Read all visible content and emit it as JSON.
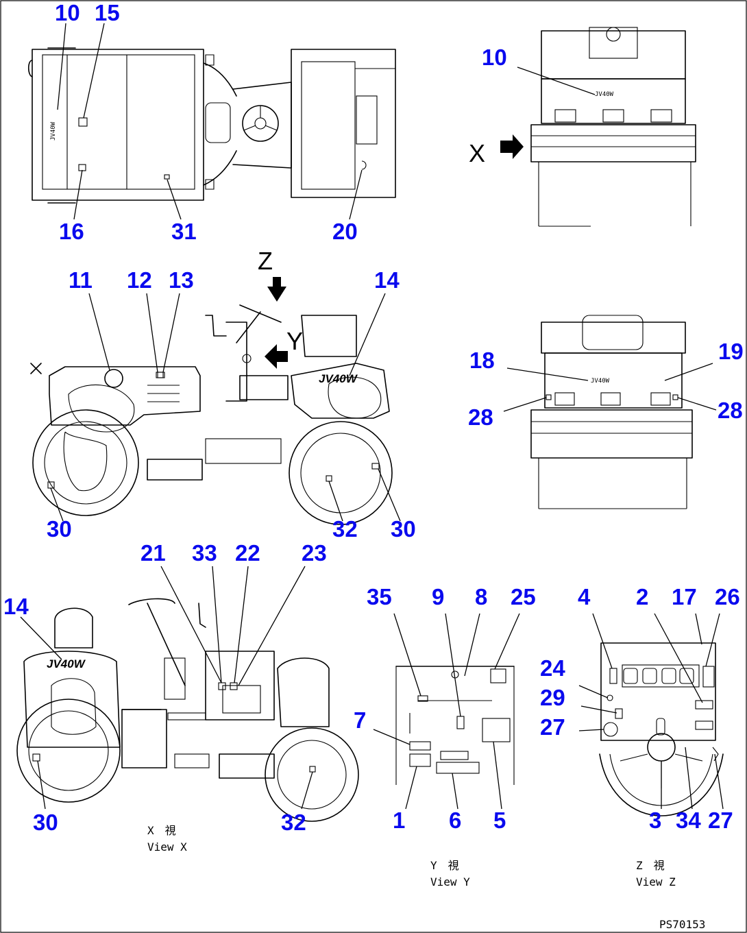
{
  "drawing_code": "PS70153",
  "brand_marks": {
    "side": "JV40W",
    "rear": "JV40W"
  },
  "view_letters": {
    "x": "X",
    "y": "Y",
    "z": "Z"
  },
  "view_captions": {
    "x": {
      "jp": "X　視",
      "en": "View X"
    },
    "y": {
      "jp": "Y　視",
      "en": "View Y"
    },
    "z": {
      "jp": "Z　視",
      "en": "View Z"
    }
  },
  "callouts": {
    "top_view": [
      "10",
      "15",
      "16",
      "31",
      "20"
    ],
    "front_view": [
      "10"
    ],
    "side_view": [
      "11",
      "12",
      "13",
      "14",
      "30",
      "32",
      "30"
    ],
    "rear_view": [
      "18",
      "19",
      "28",
      "28"
    ],
    "view_x": [
      "21",
      "33",
      "22",
      "23",
      "14",
      "30",
      "32"
    ],
    "view_y": [
      "35",
      "9",
      "8",
      "25",
      "7",
      "1",
      "6",
      "5"
    ],
    "view_z": [
      "4",
      "2",
      "17",
      "26",
      "24",
      "29",
      "27",
      "3",
      "34",
      "27"
    ]
  },
  "colors": {
    "callout": "#0a0aee",
    "line": "#000000",
    "background": "#ffffff"
  }
}
